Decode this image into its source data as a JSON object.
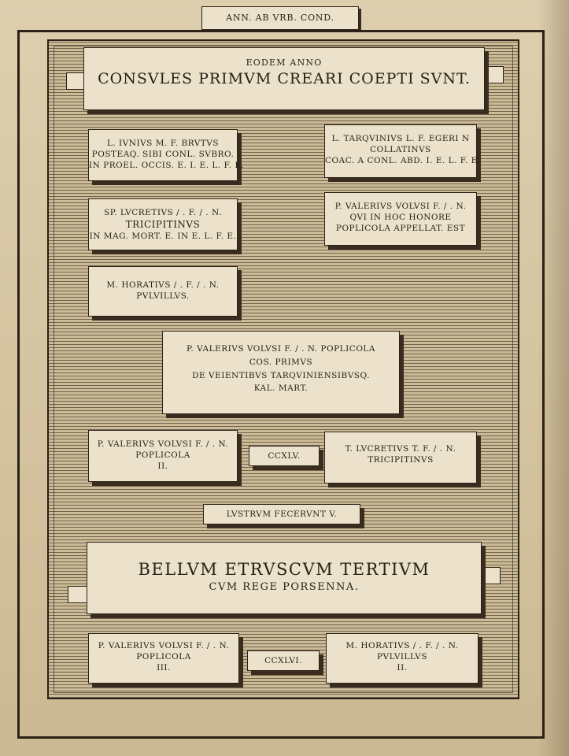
{
  "header": {
    "tag": "ANN. AB VRB. COND."
  },
  "banner": {
    "subtitle": "EODEM ANNO",
    "title": "CONSVLES PRIMVM CREARI COEPTI SVNT."
  },
  "plaques": {
    "brutus": [
      "L. IVNIVS M. F. BRVTVS",
      "POSTEAQ. SIBI CONL. SVBRO.",
      "IN PROEL. OCCIS. E. I. E. L. F. E."
    ],
    "collatinus": [
      "L. TARQVINIVS L. F. EGERI N",
      "COLLATINVS",
      "COAC. A CONL. ABD. I. E. L. F. E."
    ],
    "lucretius": [
      "SP. LVCRETIVS / . F. / . N.",
      "TRICIPITINVS",
      "IN MAG. MORT. E. IN E. L. F. E."
    ],
    "valerius1": [
      "P. VALERIVS VOLVSI F. / . N.",
      "QVI IN HOC HONORE",
      "POPLICOLA APPELLAT. EST"
    ],
    "horatius1": [
      "M. HORATIVS / . F. / . N.",
      "PVLVILLVS."
    ],
    "triumph": [
      "P. VALERIVS VOLVSI F. / . N. POPLICOLA",
      "COS. PRIMVS",
      "DE VEIENTIBVS TARQVINIENSIBVSQ.",
      "KAL. MART."
    ],
    "valerius2": [
      "P. VALERIVS VOLVSI F. / . N.",
      "POPLICOLA",
      "II."
    ],
    "year245": "CCXLV.",
    "lucretius2": [
      "T. LVCRETIVS T. F. / . N.",
      "TRICIPITINVS"
    ],
    "lustrum": "LVSTRVM FECERVNT V.",
    "valerius3": [
      "P. VALERIVS VOLVSI F. / . N.",
      "POPLICOLA",
      "III."
    ],
    "year246": "CCXLVI.",
    "horatius2": [
      "M. HORATIVS / . F. / . N.",
      "PVLVILLVS",
      "II."
    ]
  },
  "war_banner": {
    "title": "BELLVM ETRVSCVM TERTIVM",
    "subtitle": "CVM REGE PORSENNA."
  }
}
